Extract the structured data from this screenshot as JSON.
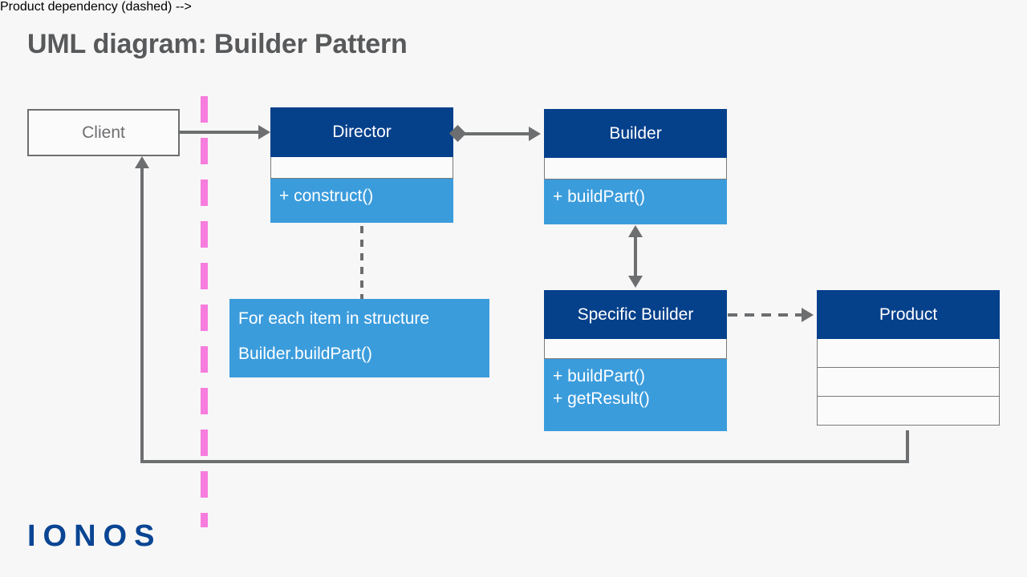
{
  "page": {
    "title": "UML diagram: Builder Pattern",
    "background_color": "#f7f7f7",
    "brand_logo": "IONOS"
  },
  "colors": {
    "header_blue": "#05408b",
    "operations_blue": "#3b9cdc",
    "line_gray": "#6d6e70",
    "title_gray": "#58595b",
    "divider_pink": "#f67ddd",
    "logo_blue": "#0a4593",
    "box_fill": "#fbfbfb"
  },
  "diagram": {
    "type": "uml-class-diagram",
    "client": {
      "label": "Client"
    },
    "classes": [
      {
        "id": "director",
        "name": "Director",
        "attributes": [],
        "operations": [
          "+ construct()"
        ]
      },
      {
        "id": "builder",
        "name": "Builder",
        "attributes": [],
        "operations": [
          "+ buildPart()"
        ]
      },
      {
        "id": "specific-builder",
        "name": "Specific Builder",
        "attributes": [],
        "operations": [
          "+ buildPart()",
          "+ getResult()"
        ]
      },
      {
        "id": "product",
        "name": "Product",
        "attributes": [],
        "operations": [],
        "empty_compartments": 3
      }
    ],
    "note": {
      "lines": [
        "For each item in structure",
        "Builder.buildPart()"
      ]
    },
    "connectors": [
      {
        "id": "client-to-director",
        "from": "Client",
        "to": "Director",
        "style": "solid",
        "head": "open-arrow"
      },
      {
        "id": "director-to-builder",
        "from": "Director",
        "to": "Builder",
        "style": "solid",
        "head": "open-arrow",
        "tail": "filled-diamond",
        "relation": "aggregation"
      },
      {
        "id": "builder-to-specific-builder",
        "from": "Builder",
        "to": "Specific Builder",
        "style": "solid",
        "head": "double-arrow",
        "relation": "generalization"
      },
      {
        "id": "specific-builder-to-product",
        "from": "Specific Builder",
        "to": "Product",
        "style": "dashed",
        "head": "open-arrow",
        "relation": "dependency"
      },
      {
        "id": "director-to-note",
        "from": "Director",
        "to": "Note",
        "style": "dashed",
        "head": "none"
      },
      {
        "id": "product-to-client",
        "from": "Product",
        "to": "Client",
        "style": "solid",
        "head": "open-arrow",
        "relation": "returns-result"
      }
    ],
    "divider": {
      "id": "client-boundary",
      "style": "dashed-vertical",
      "color": "#f67ddd"
    }
  }
}
